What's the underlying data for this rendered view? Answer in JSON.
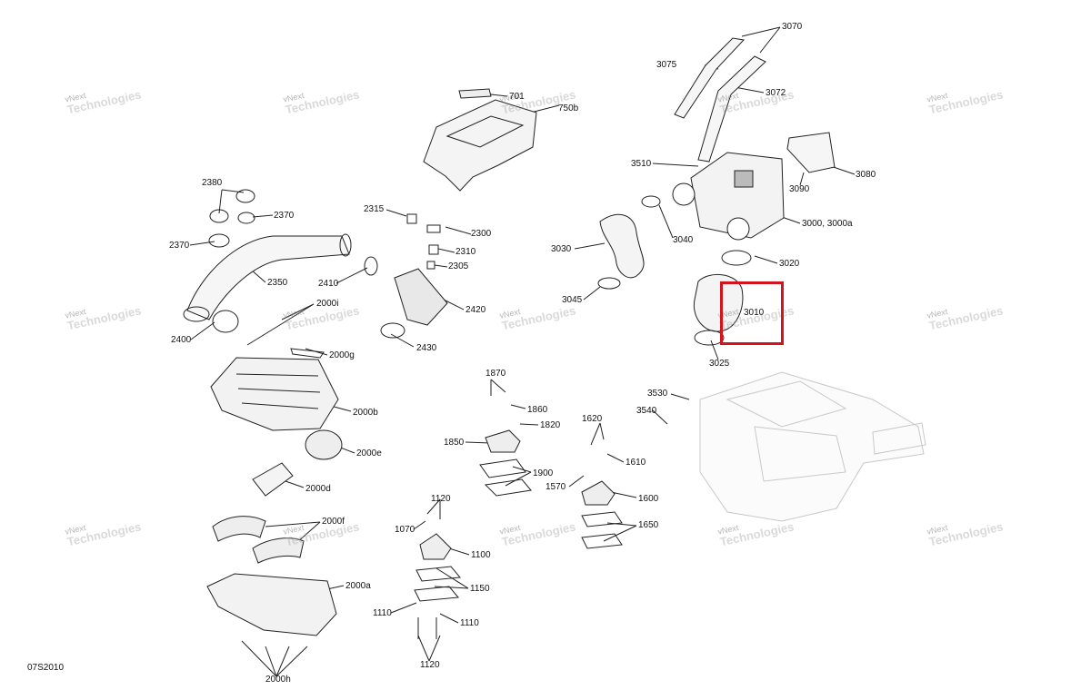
{
  "diagram_code": "07S2010",
  "highlight_color": "#d2141e",
  "watermark": {
    "line1": "vNext",
    "line2": "Technologies",
    "line3": "vNext Technologies"
  },
  "labels": {
    "l3070": "3070",
    "l3075": "3075",
    "l3072": "3072",
    "l750b": "750b",
    "l701": "701",
    "l3510": "3510",
    "l3080": "3080",
    "l3090": "3090",
    "l3000": "3000, 3000a",
    "l3040": "3040",
    "l3030": "3030",
    "l3020": "3020",
    "l3045": "3045",
    "l3010": "3010",
    "l3025": "3025",
    "l2380": "2380",
    "l2370a": "2370",
    "l2370b": "2370",
    "l2350": "2350",
    "l2400": "2400",
    "l2315": "2315",
    "l2300": "2300",
    "l2310": "2310",
    "l2305": "2305",
    "l2410": "2410",
    "l2420": "2420",
    "l2430": "2430",
    "l2000i": "2000i",
    "l2000g": "2000g",
    "l2000b": "2000b",
    "l2000e": "2000e",
    "l2000d": "2000d",
    "l2000f": "2000f",
    "l2000a": "2000a",
    "l2000h": "2000h",
    "l1870": "1870",
    "l1860": "1860",
    "l1820": "1820",
    "l1850": "1850",
    "l1900": "1900",
    "l1620": "1620",
    "l1610": "1610",
    "l1570": "1570",
    "l1600": "1600",
    "l1650": "1650",
    "l3530": "3530",
    "l3540": "3540",
    "l1120a": "1120",
    "l1070": "1070",
    "l1100": "1100",
    "l1150": "1150",
    "l1110a": "1110",
    "l1110b": "1110",
    "l1120b": "1120"
  }
}
